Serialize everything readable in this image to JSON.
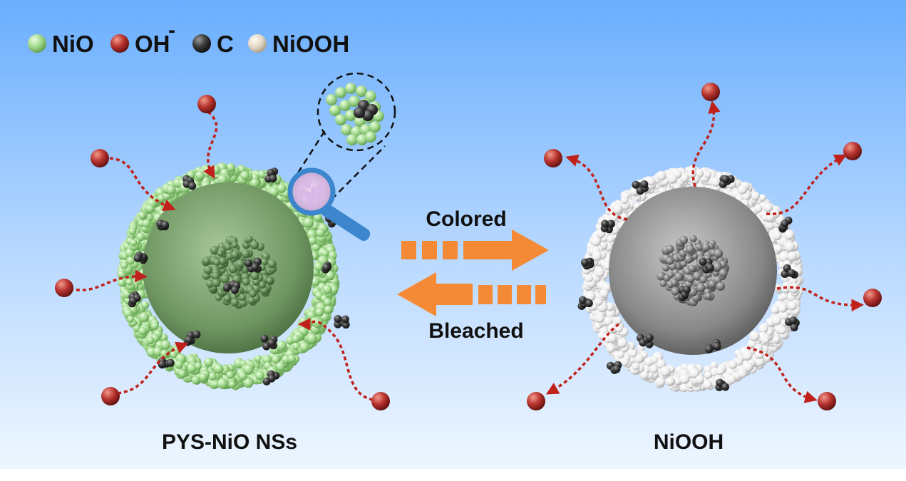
{
  "legend": {
    "items": [
      {
        "label": "NiO",
        "color": "#9ed68a"
      },
      {
        "label": "OH",
        "superscript": "-",
        "color": "#b8332f"
      },
      {
        "label": "C",
        "color": "#3a3a3a"
      },
      {
        "label": "NiOOH",
        "color": "#e2d8c7"
      }
    ]
  },
  "arrows": {
    "forward_label": "Colored",
    "reverse_label": "Bleached",
    "color": "#f58a36"
  },
  "particles": {
    "left_label": "PYS-NiO NSs",
    "right_label": "NiOOH",
    "left_color": "#9ed68a",
    "right_color": "#f2f2f2"
  },
  "colors": {
    "background_top": "#6aaefe",
    "background_bottom": "#e8f3ff",
    "ion": "#b8332f",
    "ion_path": "#c0211b",
    "magnifier": "#3b86cc"
  }
}
